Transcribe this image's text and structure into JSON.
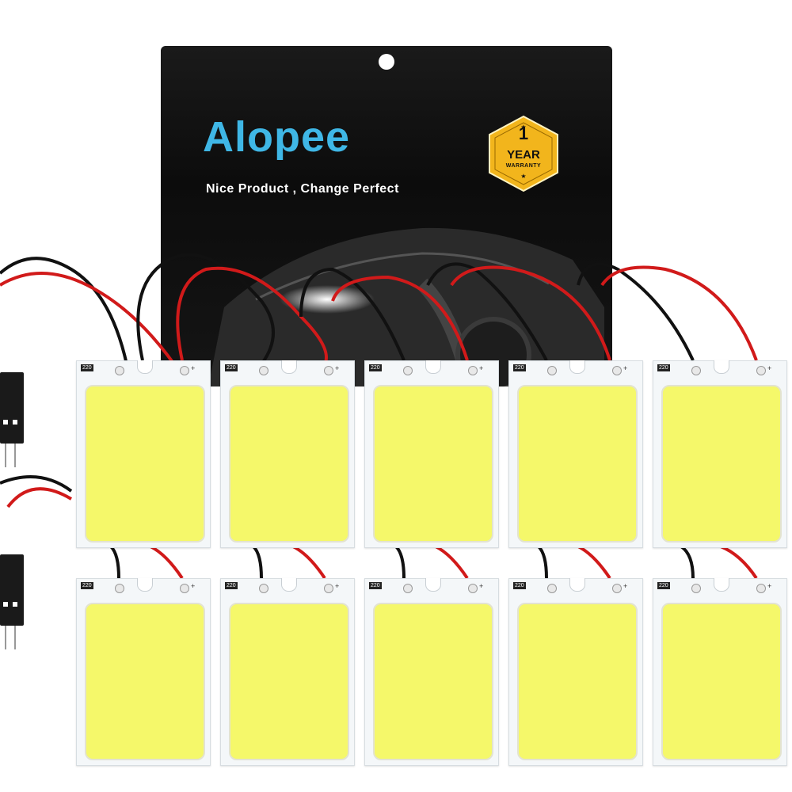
{
  "package": {
    "brand": "Alopee",
    "tagline": "Nice Product , Change Perfect",
    "warranty_badge": {
      "number": "1",
      "word": "YEAR",
      "sub": "WARRANTY"
    }
  },
  "panels": {
    "label": "220",
    "plus": "+"
  },
  "colors": {
    "bag": "#111111",
    "brand": "#3fb7e6",
    "badge_gold": "#f2b51c",
    "chip_yellow": "#f5f86a",
    "wire_red": "#d11a1a",
    "wire_black": "#111111"
  }
}
